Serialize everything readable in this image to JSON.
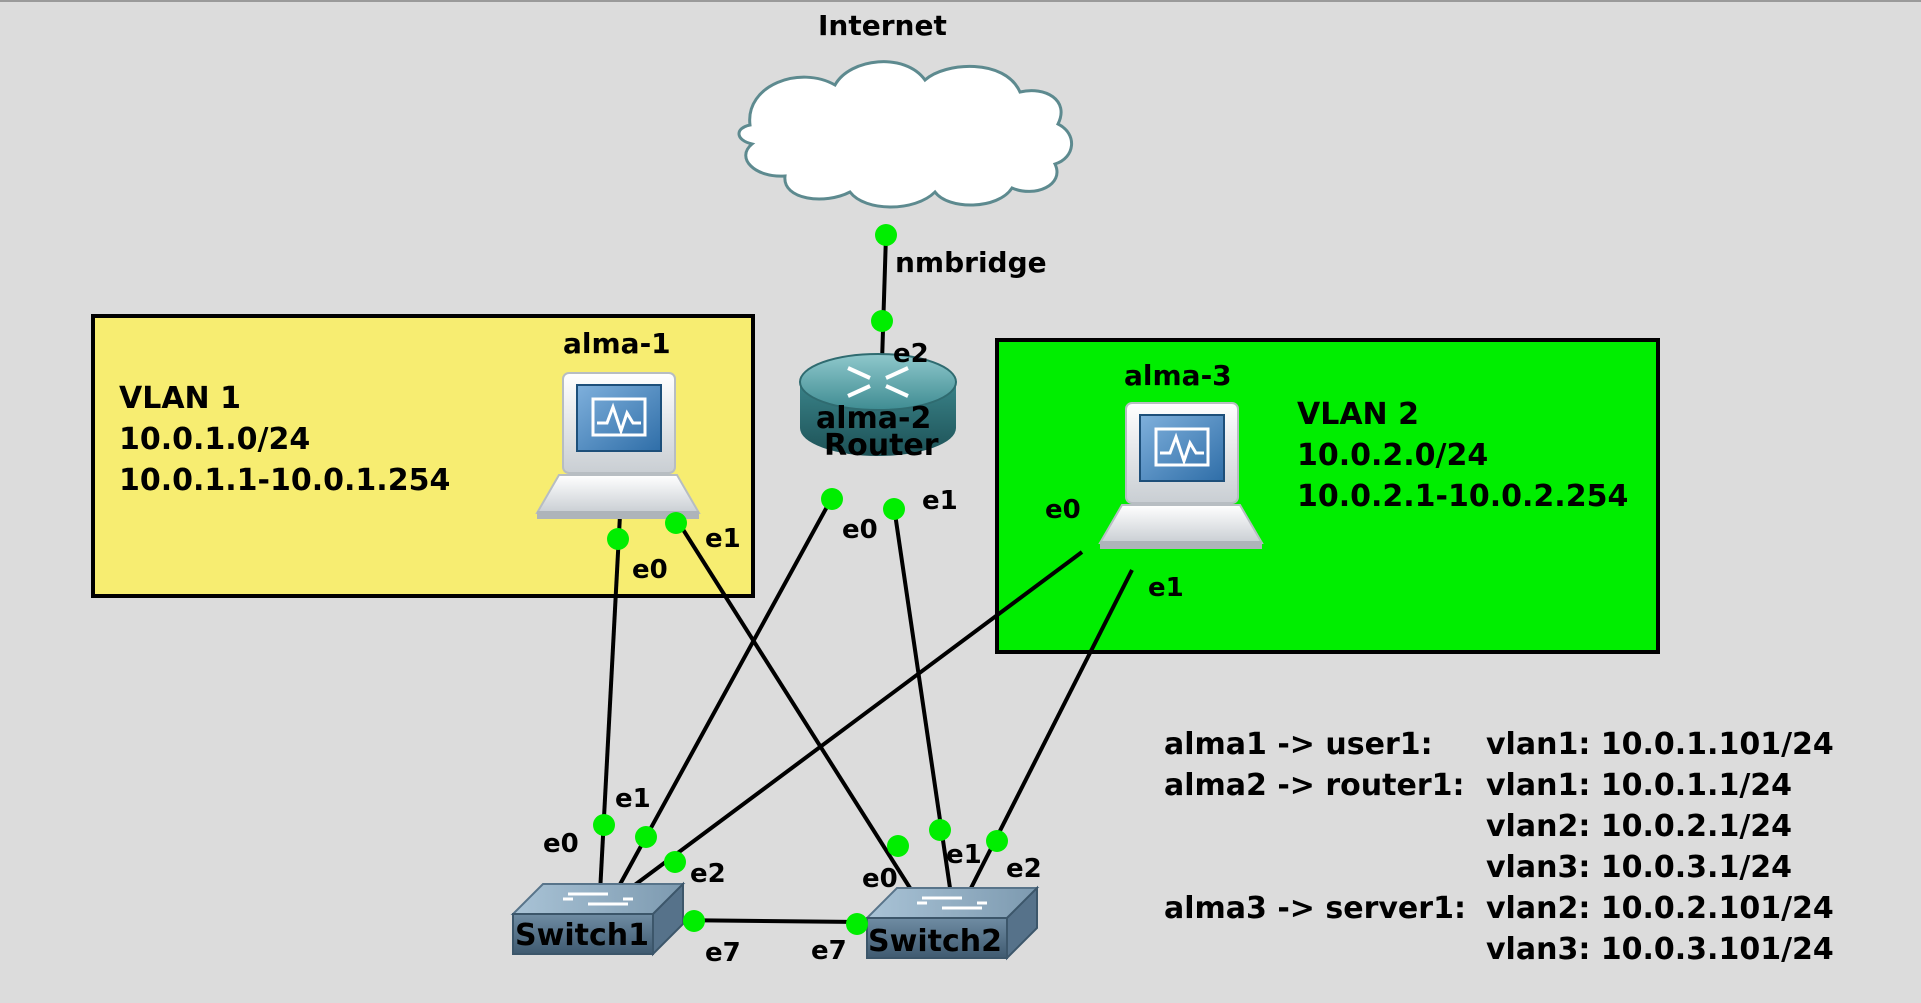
{
  "internet": {
    "label": "Internet",
    "port_label": "nmbridge"
  },
  "vlan1": {
    "color": "#f7ed71",
    "title": "VLAN 1",
    "subnet": "10.0.1.0/24",
    "range": "10.0.1.1-10.0.1.254"
  },
  "vlan2": {
    "color": "#00ee00",
    "title": "VLAN 2",
    "subnet": "10.0.2.0/24",
    "range": "10.0.2.1-10.0.2.254"
  },
  "nodes": {
    "alma1": {
      "name": "alma-1",
      "ports": [
        "e0",
        "e1"
      ],
      "icon": "computer-icon"
    },
    "alma2": {
      "name_line1": "alma-2",
      "name_line2": "Router",
      "ports": [
        "e0",
        "e1",
        "e2"
      ],
      "icon": "router-icon"
    },
    "alma3": {
      "name": "alma-3",
      "ports": [
        "e0",
        "e1"
      ],
      "icon": "computer-icon"
    },
    "switch1": {
      "name": "Switch1",
      "ports": [
        "e0",
        "e1",
        "e2",
        "e7"
      ],
      "icon": "switch-icon"
    },
    "switch2": {
      "name": "Switch2",
      "ports": [
        "e0",
        "e1",
        "e2",
        "e7"
      ],
      "icon": "switch-icon"
    }
  },
  "links": [
    {
      "from": "Internet",
      "to": "alma-2 e2"
    },
    {
      "from": "alma-1 e0",
      "to": "Switch1 e0"
    },
    {
      "from": "alma-1 e1",
      "to": "Switch2 e0"
    },
    {
      "from": "alma-2 e0",
      "to": "Switch1 e1"
    },
    {
      "from": "alma-2 e1",
      "to": "Switch2 e1"
    },
    {
      "from": "alma-3 e0",
      "to": "Switch1 e2"
    },
    {
      "from": "alma-3 e1",
      "to": "Switch2 e2"
    },
    {
      "from": "Switch1 e7",
      "to": "Switch2 e7"
    }
  ],
  "link_dot_color": "#00ee00",
  "notes": [
    {
      "left": "alma1 -> user1:",
      "right": "vlan1: 10.0.1.101/24"
    },
    {
      "left": "alma2 -> router1:",
      "right": "vlan1: 10.0.1.1/24"
    },
    {
      "left": "",
      "right": "vlan2: 10.0.2.1/24"
    },
    {
      "left": "",
      "right": "vlan3: 10.0.3.1/24"
    },
    {
      "left": "alma3 -> server1:",
      "right": "vlan2: 10.0.2.101/24"
    },
    {
      "left": "",
      "right": "vlan3: 10.0.3.101/24"
    }
  ]
}
